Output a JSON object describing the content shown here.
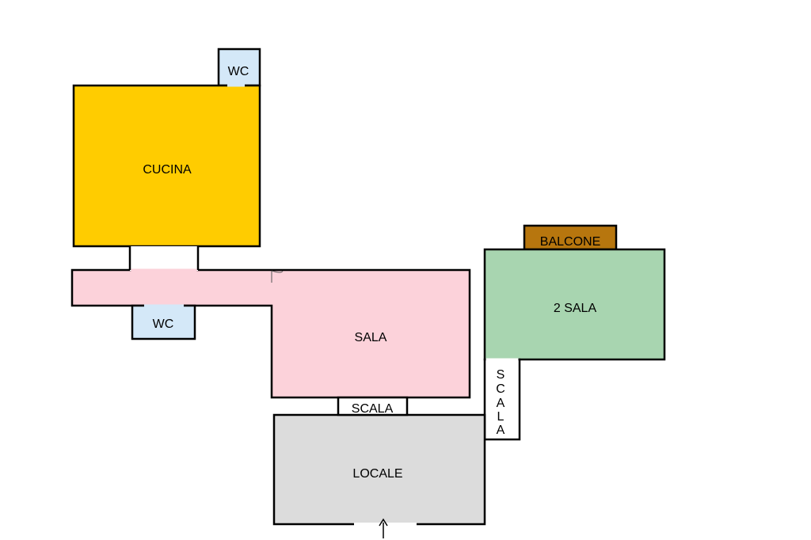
{
  "floorplan": {
    "rooms": {
      "cucina": {
        "label": "CUCINA",
        "color": "#FFCC00"
      },
      "wc_top": {
        "label": "WC",
        "color": "#D4E8F8"
      },
      "wc_bottom": {
        "label": "WC",
        "color": "#D4E8F8"
      },
      "sala": {
        "label": "SALA",
        "color": "#FCD2DA"
      },
      "sala2": {
        "label": "2 SALA",
        "color": "#A8D5B0"
      },
      "balcone": {
        "label": "BALCONE",
        "color": "#B7760E"
      },
      "scala_h": {
        "label": "SCALA",
        "color": "#FFFFFF"
      },
      "scala_v": {
        "label": "SCALA",
        "letters": [
          "S",
          "C",
          "A",
          "L",
          "A"
        ],
        "color": "#FFFFFF"
      },
      "locale": {
        "label": "LOCALE",
        "color": "#DCDCDC"
      }
    },
    "entrance": {
      "icon": "arrow-up-icon"
    },
    "wall_color": "#000000"
  }
}
